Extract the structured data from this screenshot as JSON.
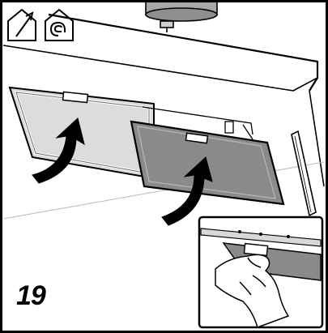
{
  "figure": {
    "step_number": "19",
    "panel_ids": [
      "panel-left",
      "panel-right"
    ],
    "icons": [
      "vented-house-icon",
      "recirculating-house-icon"
    ]
  },
  "colors": {
    "frame": "#000000",
    "hood": "#f7f7f7",
    "filter_light": "#dcdcdc",
    "filter_dark": "#8a8a8a",
    "arrow": "#000000"
  }
}
